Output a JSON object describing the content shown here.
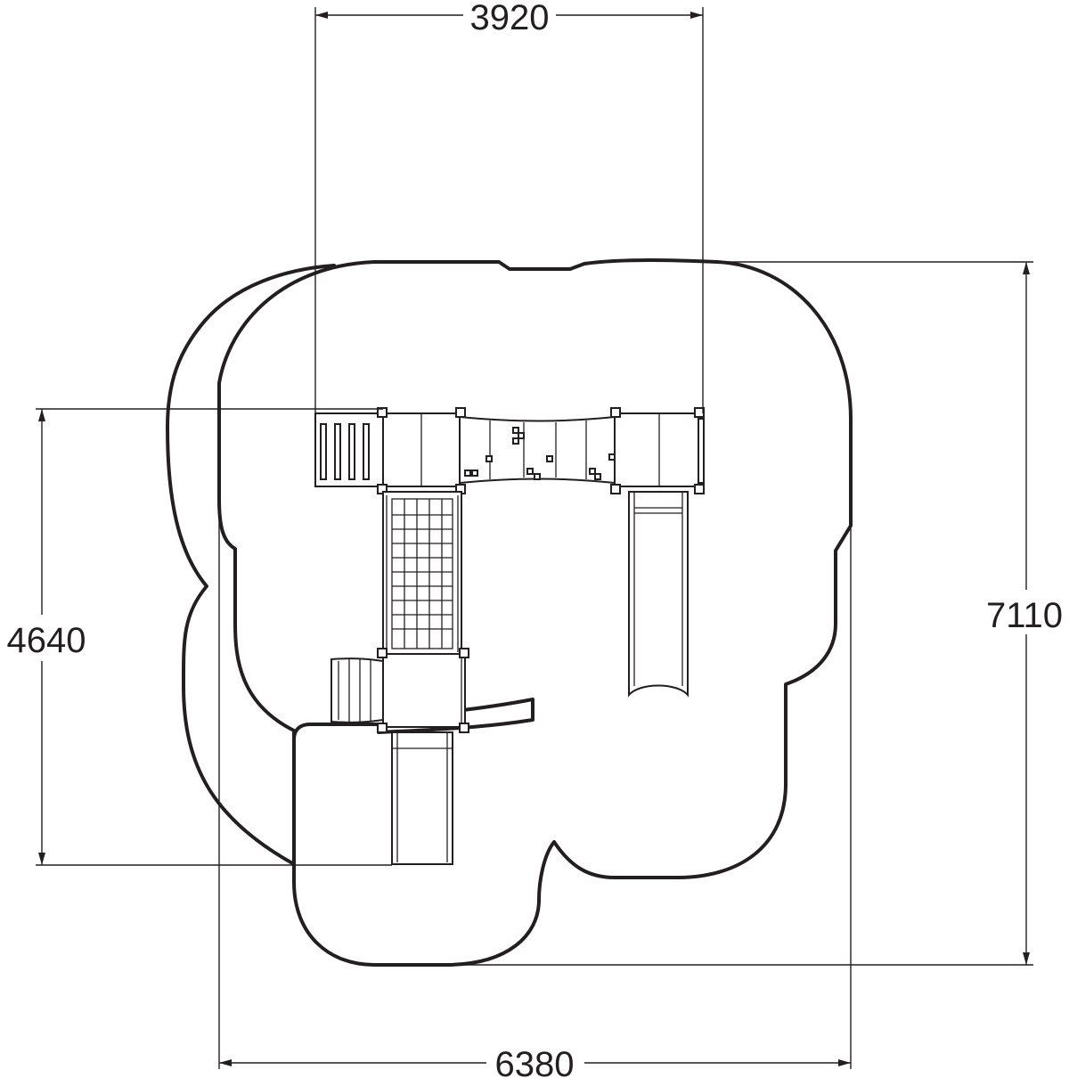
{
  "dimensions": {
    "top_width": "3920",
    "left_height": "4640",
    "right_height": "7110",
    "bottom_width": "6380"
  },
  "colors": {
    "line": "#231f20",
    "background": "#ffffff"
  }
}
